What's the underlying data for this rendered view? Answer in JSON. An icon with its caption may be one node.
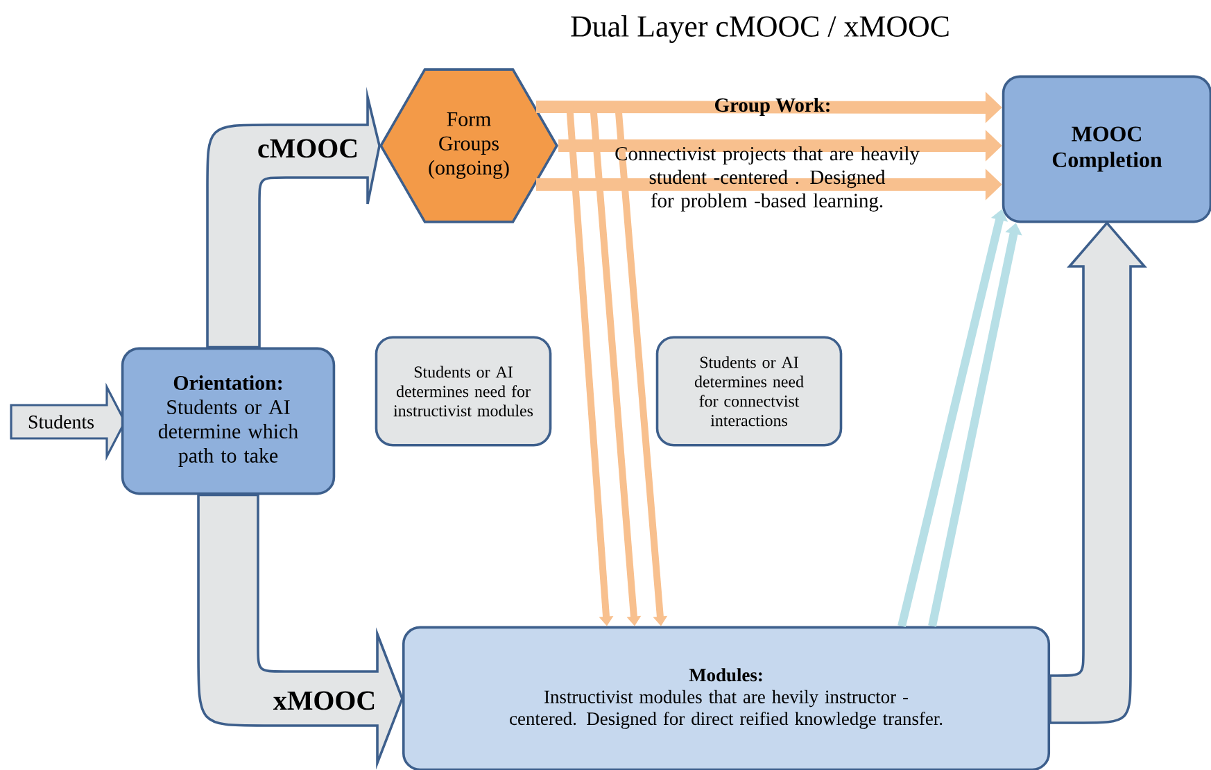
{
  "diagram": {
    "title": "Dual Layer cMOOC / xMOOC",
    "nodes": [
      {
        "text": [
          "Students"
        ]
      },
      {
        "text": [
          "Orientation:",
          "Students or AI determine which path to take"
        ]
      },
      {
        "text": [
          "Form Groups (ongoing)"
        ]
      },
      {
        "text": [
          "MOOC Completion"
        ]
      },
      {
        "text": [
          "Students or AI determines need for instructivist modules"
        ]
      },
      {
        "text": [
          "Students or AI determines need for connectvist interactions"
        ]
      },
      {
        "text": [
          "Modules:",
          "Instructivist modules that are hevily instructor - centered. Designed for direct reified knowledge transfer."
        ]
      }
    ],
    "edges": [
      {
        "from": 1,
        "to": 2,
        "arrow": "to",
        "label": "cMOOC",
        "style": "thick",
        "color": "#e3e5e6"
      },
      {
        "from": 1,
        "to": 6,
        "arrow": "to",
        "label": "xMOOC",
        "style": "thick",
        "color": "#e3e5e6"
      },
      {
        "from": 2,
        "to": 3,
        "arrow": "to"
      },
      {
        "from": 2,
        "to": 3,
        "arrow": "to"
      },
      {
        "from": 2,
        "to": 3,
        "arrow": "to"
      },
      {
        "from": 2,
        "to": 6,
        "arrow": "to"
      },
      {
        "from": 2,
        "to": 6,
        "arrow": "to"
      },
      {
        "from": 2,
        "to": 6,
        "arrow": "to"
      },
      {
        "from": 6,
        "to": 3,
        "arrow": "to",
        "color": "#b7dfe6"
      },
      {
        "from": 6,
        "to": 3,
        "arrow": "to",
        "color": "#b7dfe6"
      },
      {
        "from": 6,
        "to": 3,
        "arrow": "to",
        "style": "thick",
        "color": "#e3e5e6"
      }
    ],
    "labels": [
      "Group Work:",
      "Connectivist projects that are heavily student -centered . Designed for problem -based learning."
    ]
  }
}
